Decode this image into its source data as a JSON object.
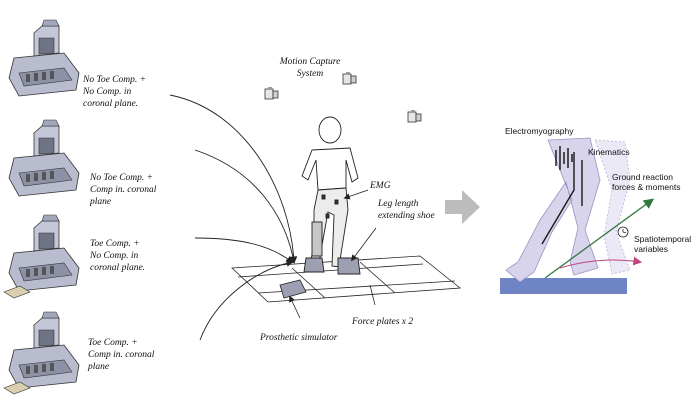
{
  "left_configs": [
    {
      "text": "No Toe Comp. +\nNo Comp. in\ncoronal plane."
    },
    {
      "text": "No Toe Comp. +\nComp in. coronal\nplane"
    },
    {
      "text": "Toe Comp. +\nNo Comp. in\ncoronal plane."
    },
    {
      "text": "Toe Comp. +\nComp in. coronal\nplane"
    }
  ],
  "center": {
    "motion_capture": "Motion Capture\nSystem",
    "emg": "EMG",
    "leg_length": "Leg length\nextending shoe",
    "force_plates": "Force plates x 2",
    "prosthetic": "Prosthetic simulator"
  },
  "right": {
    "electromyography": "Electromyography",
    "kinematics": "Kinematics",
    "grf": "Ground reaction\nforces & moments",
    "spatiotemporal": "Spatiotemporal\nvariables"
  },
  "colors": {
    "device_body": "#b9bccf",
    "device_dark": "#6f7386",
    "toe_pad": "#d9cfae",
    "ground": "#6e84c4",
    "leg_fill": "#d8d4ec",
    "grf_arrow": "#2f7a3f",
    "spatio_arrow": "#c0457e",
    "flow_arrow": "#bcbcbc"
  }
}
